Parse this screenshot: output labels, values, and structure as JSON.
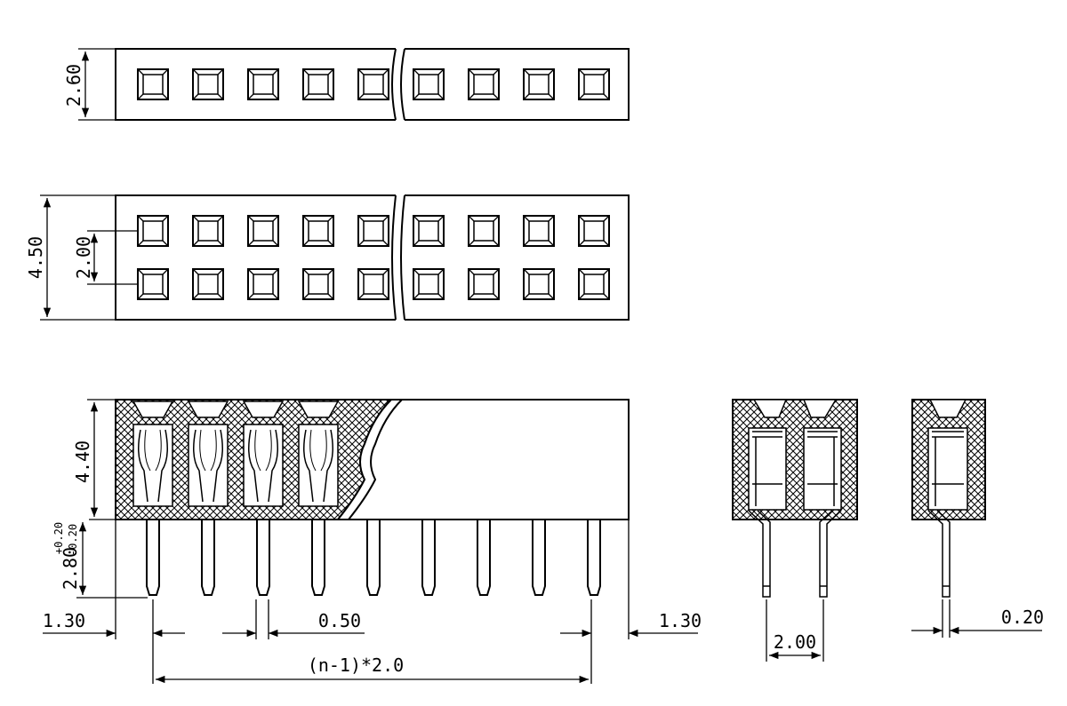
{
  "dimensions": {
    "single_row_height": "2.60",
    "double_row_height": "4.50",
    "row_pitch": "2.00",
    "body_height": "4.40",
    "pin_length": "2.80",
    "pin_length_tol_plus": "+0.20",
    "pin_length_tol_minus": "-0.20",
    "left_offset": "1.30",
    "right_offset": "1.30",
    "pin_width": "0.50",
    "overall_pitch": "(n-1)*2.0",
    "side_pin_pitch": "2.00",
    "pin_thickness": "0.20"
  }
}
